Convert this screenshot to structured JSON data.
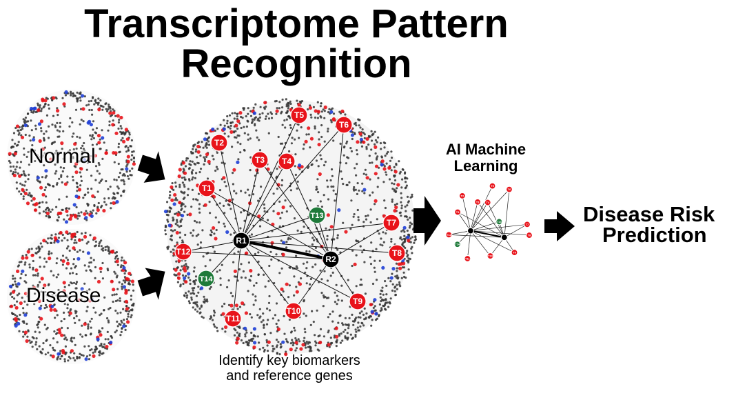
{
  "title": {
    "line1": "Transcriptome Pattern",
    "line2": "Recognition"
  },
  "panels": {
    "normal_label": "Normal",
    "disease_label": "Disease"
  },
  "network": {
    "hub_nodes": [
      "R1",
      "R2"
    ],
    "target_nodes_red": [
      "T1",
      "T2",
      "T3",
      "T4",
      "T5",
      "T6",
      "T7",
      "T8",
      "T9",
      "T10",
      "T11",
      "T12"
    ],
    "target_nodes_green": [
      "T13",
      "T14"
    ]
  },
  "caption": {
    "line1": "Identify key biomarkers",
    "line2": "and reference genes"
  },
  "ai": {
    "line1": "AI Machine",
    "line2": "Learning"
  },
  "result": {
    "line1": "Disease Risk",
    "line2": "Prediction"
  },
  "colors": {
    "red_node": "#e8131a",
    "green_node": "#1f7a3a",
    "hub_node": "#000000",
    "blue_dot": "#1f3fd6",
    "gray_dot": "#333333"
  }
}
